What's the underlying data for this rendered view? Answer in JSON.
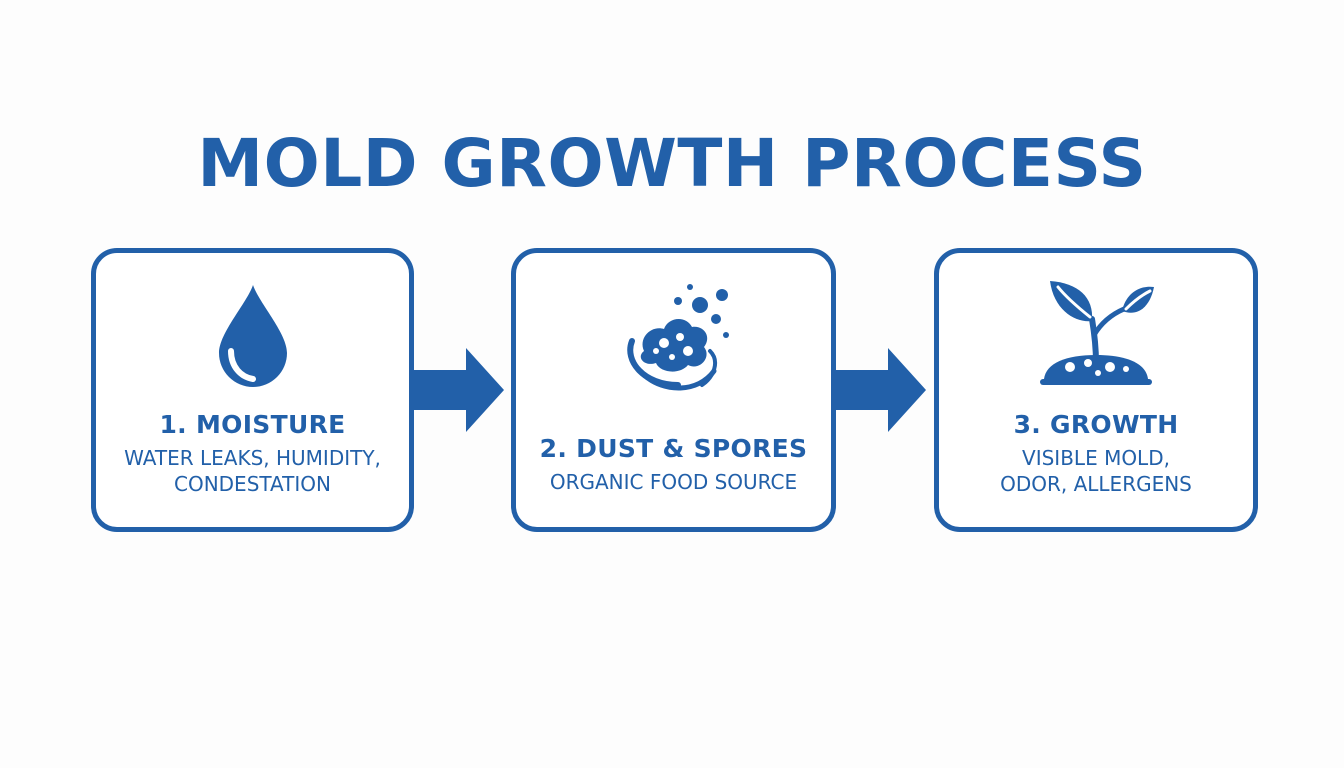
{
  "title": "MOLD GROWTH PROCESS",
  "accent_color": "#2260a9",
  "steps": [
    {
      "icon": "water-drop-icon",
      "title": "1. MOISTURE",
      "description_lines": [
        "WATER LEAKS, HUMIDITY,",
        "CONDESTATION"
      ]
    },
    {
      "icon": "dust-spores-icon",
      "title": "2. DUST & SPORES",
      "description_lines": [
        "ORGANIC FOOD SOURCE"
      ]
    },
    {
      "icon": "sprout-icon",
      "title": "3. GROWTH",
      "description_lines": [
        "VISIBLE MOLD,",
        "ODOR, ALLERGENS"
      ]
    }
  ]
}
